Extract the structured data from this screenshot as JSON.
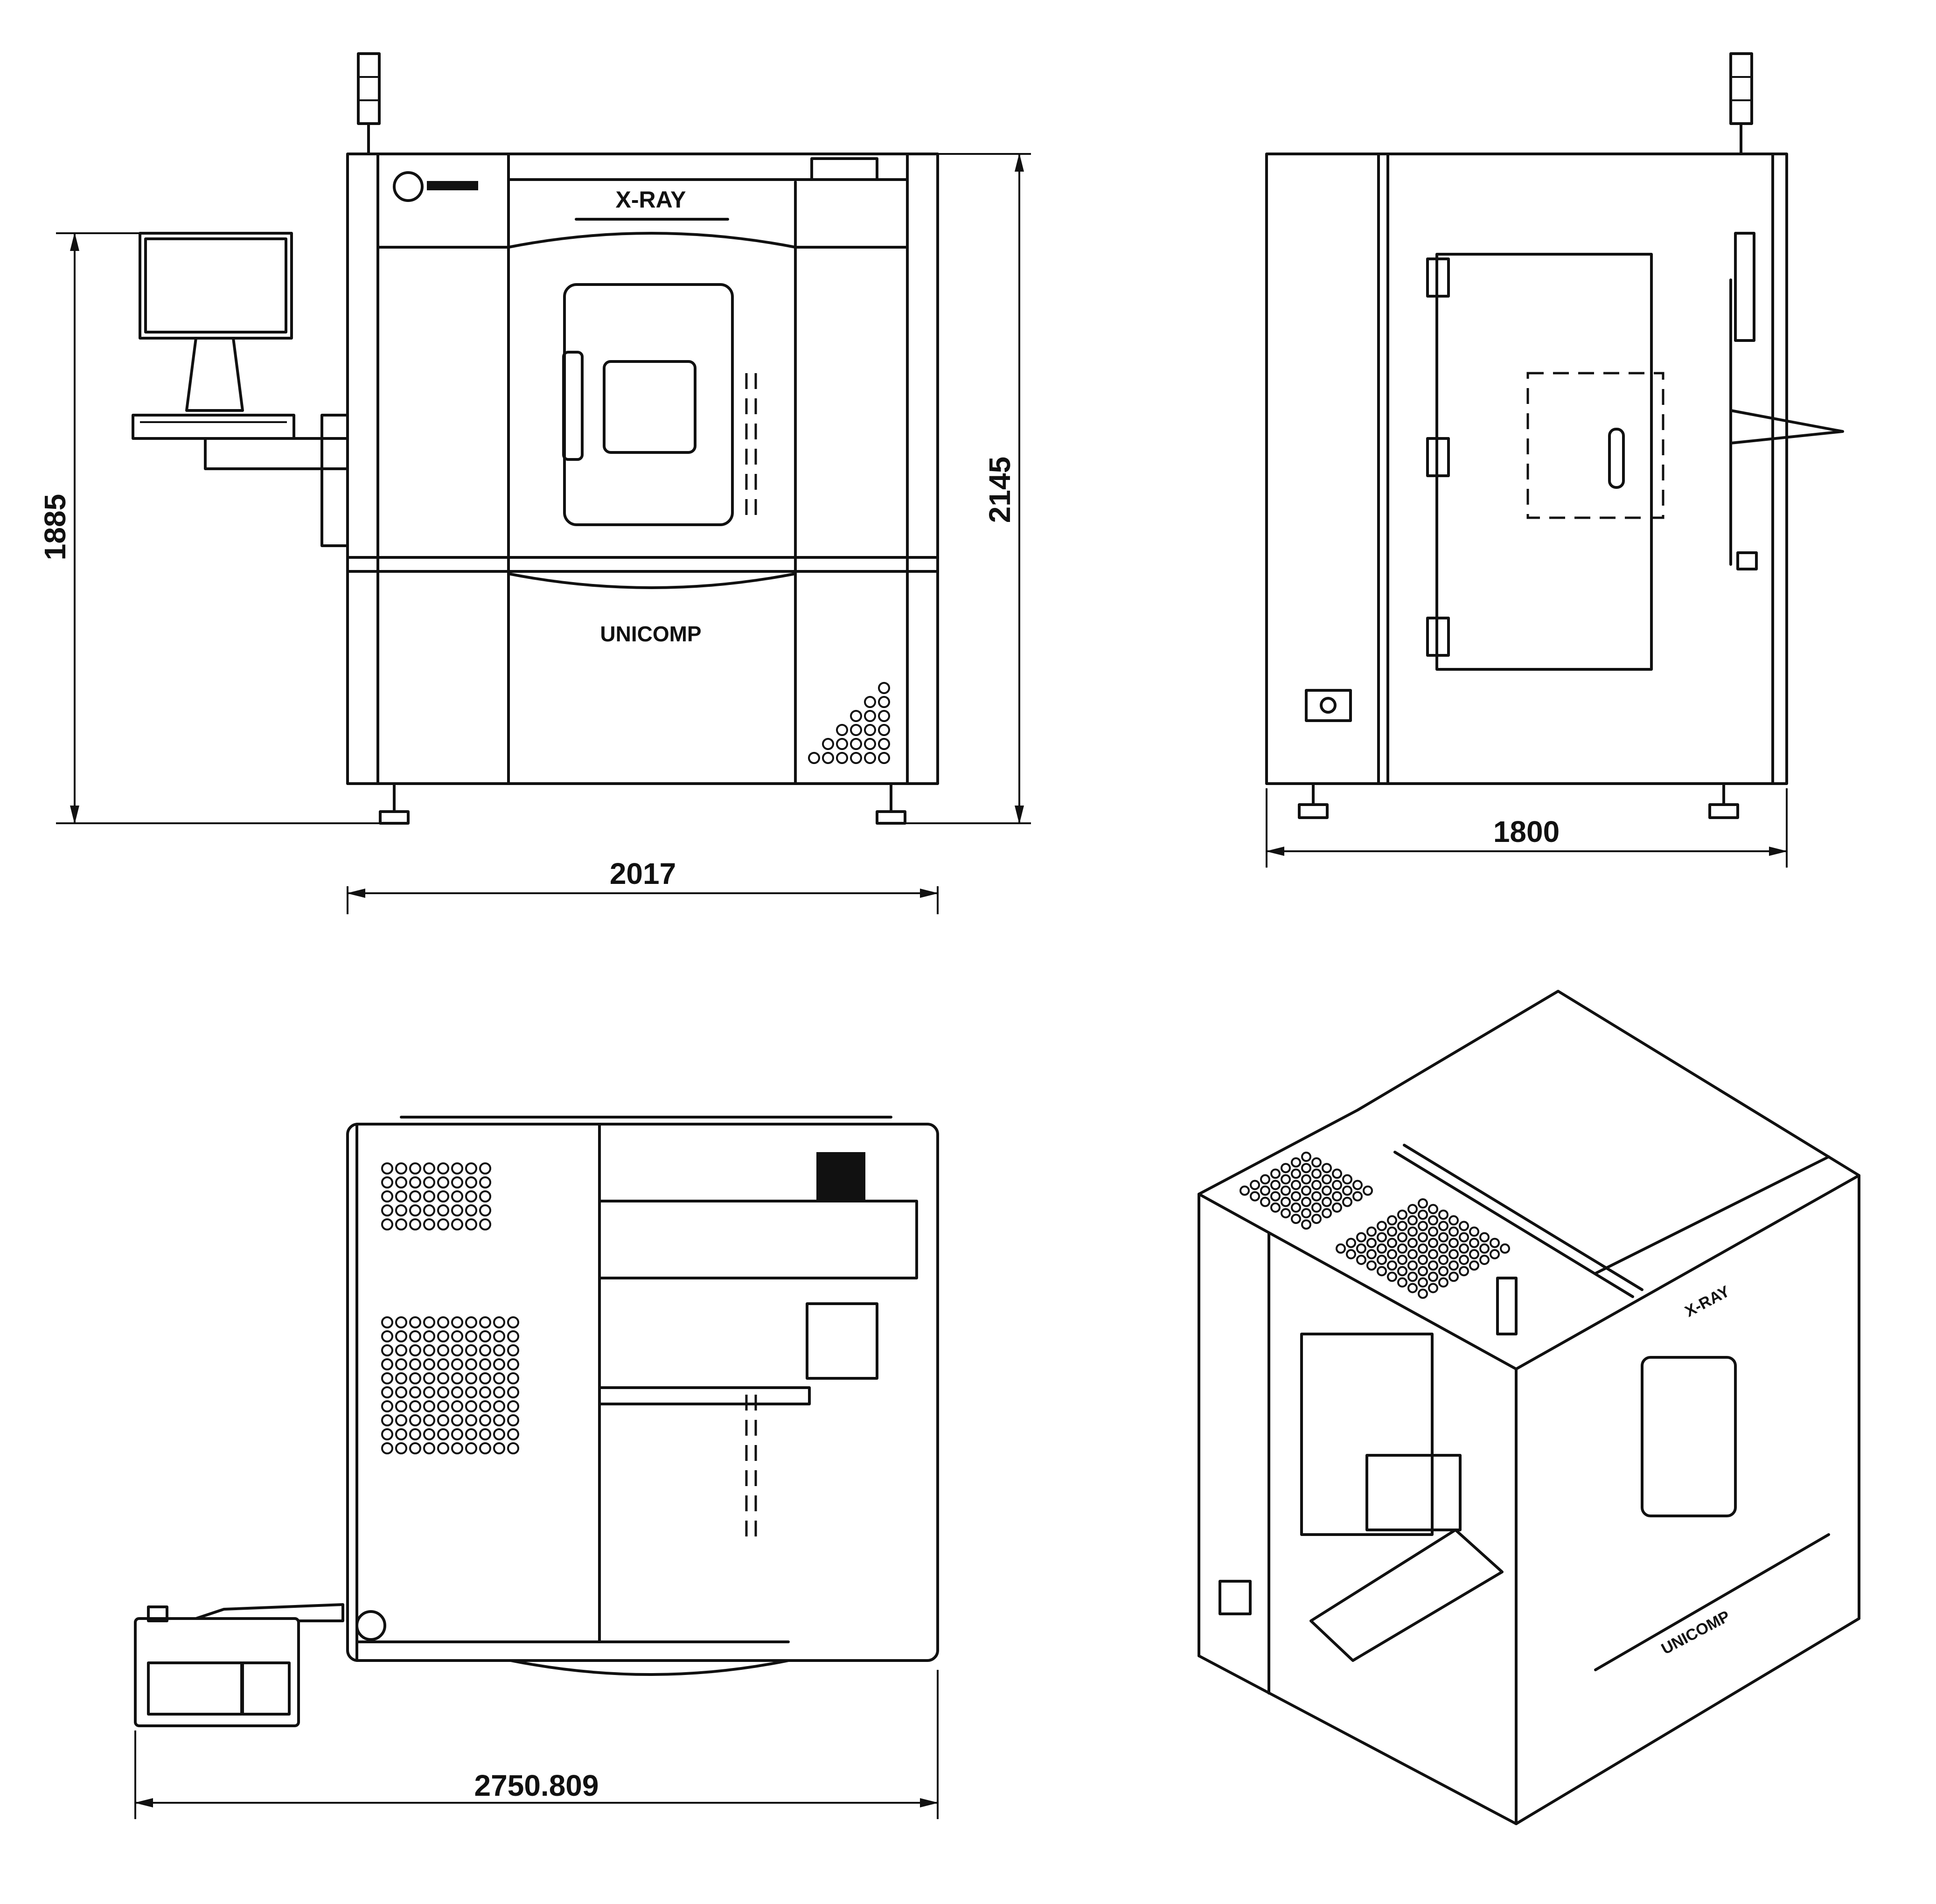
{
  "front_view": {
    "title_label": "X-RAY",
    "brand_label": "UNICOMP",
    "width_dim": "2017",
    "height_dim": "1885",
    "total_height_dim": "2145"
  },
  "side_view": {
    "width_dim": "1800"
  },
  "top_view": {
    "width_dim": "2750.809"
  },
  "iso_view": {
    "title_label": "X-RAY",
    "brand_label": "UNICOMP"
  }
}
